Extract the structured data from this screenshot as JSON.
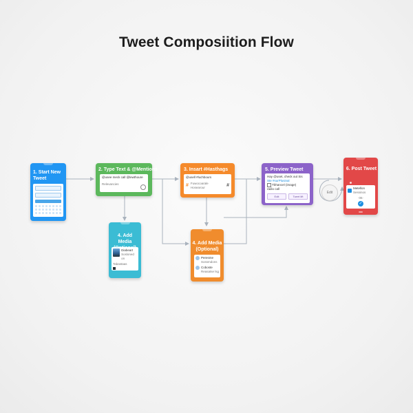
{
  "title": "Tweet Composiition Flow",
  "colors": {
    "step1": "#2196f3",
    "step2": "#5cb85c",
    "step3": "#f58a2b",
    "step4a": "#3bbcd4",
    "step4b": "#f08c2d",
    "step5": "#8c63c9",
    "step6": "#e24848",
    "connector": "#a9b2bd"
  },
  "steps": {
    "s1": {
      "title": "1. Start New Tweet",
      "button_icon": "keyboard-icon"
    },
    "s2": {
      "title": "2. Type Text & @Mentions",
      "text": "@usee meck call @lewthoure",
      "hint": "Relevancies"
    },
    "s3": {
      "title": "3. Insart #Hasthags",
      "text": "@usell #luchbours",
      "hash1": "#",
      "hash2": "#",
      "line1": "Fuwocoarale",
      "line2": "Hosearour"
    },
    "s4a": {
      "title": "4. Add Media (Optional)",
      "name": "Diabeart",
      "meta": "Sosloned on",
      "sub": "Tabastaas"
    },
    "s4b": {
      "title": "4. Add Media (Optional)",
      "item1_name": "Peresme",
      "item1_meta": "Sossmdons",
      "item2_name": "Coboste",
      "item2_meta": "Reasatse lsg"
    },
    "s5": {
      "title": "5. Preview Tweet",
      "line1": "Hay @uset, check out Sis",
      "line2": "Ste #surPlusinal",
      "line3a": "Tbhancel",
      "line3b": "(image)",
      "line4": "radio call",
      "edit_btn": "Edit",
      "tweet_btn": "Twert lift"
    },
    "s6": {
      "title": "6. Post Tweet",
      "name": "Metellon",
      "meta": "Sessinos",
      "stat": "·06·"
    },
    "edit_loop": "Edit"
  }
}
